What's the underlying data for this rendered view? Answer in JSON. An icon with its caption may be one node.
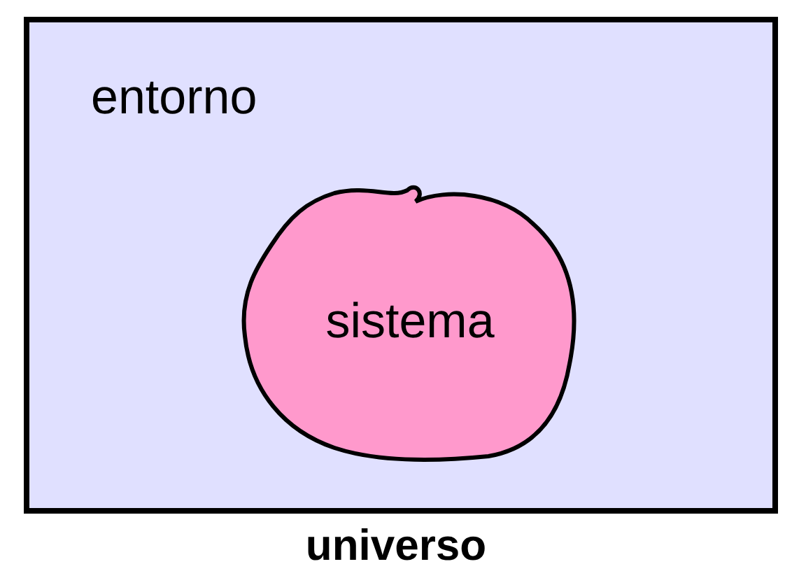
{
  "diagram": {
    "caption": "universo",
    "nodes": [
      {
        "text": [
          "entorno"
        ]
      },
      {
        "text": [
          "sistema"
        ],
        "in": 0
      }
    ]
  }
}
